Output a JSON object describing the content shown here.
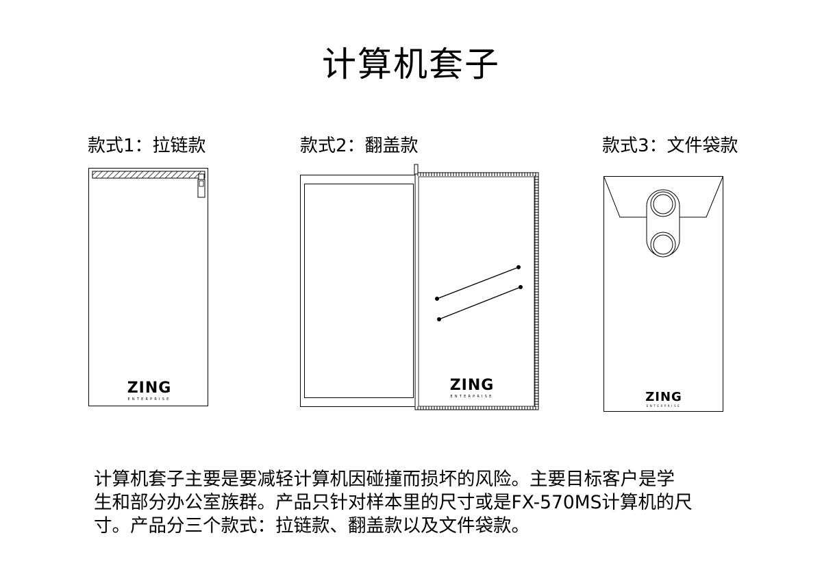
{
  "title": "计算机套子",
  "styles": [
    {
      "label": "款式1：拉链款"
    },
    {
      "label": "款式2：翻盖款"
    },
    {
      "label": "款式3：文件袋款"
    }
  ],
  "brand": {
    "name": "ZING",
    "subtitle": "ENTERPRISE"
  },
  "description": {
    "lines": [
      "计算机套子主要是要减轻计算机因碰撞而损坏的风险。主要目标客户是学",
      "生和部分办公室族群。产品只针对样本里的尺寸或是FX-570MS计算机的尺",
      "寸。产品分三个款式：拉链款、翻盖款以及文件袋款。"
    ]
  }
}
